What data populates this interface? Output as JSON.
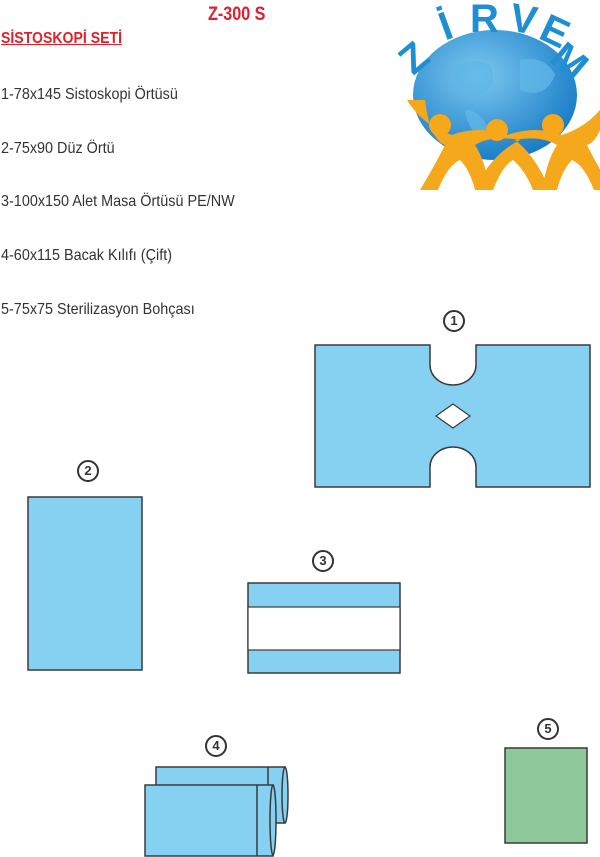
{
  "header": {
    "code": "Z-300 S",
    "title": "SİSTOSKOPİ SETİ"
  },
  "logo": {
    "text": "ZİRVEM"
  },
  "items": [
    "1-78x145 Sistoskopi Örtüsü",
    "2-75x90 Düz Örtü",
    "3-100x150 Alet Masa Örtüsü PE/NW",
    "4-60x115 Bacak Kılıfı (Çift)",
    "5-75x75 Sterilizasyon Bohçası"
  ],
  "diagrams": [
    {
      "number": "1"
    },
    {
      "number": "2"
    },
    {
      "number": "3"
    },
    {
      "number": "4"
    },
    {
      "number": "5"
    }
  ],
  "colors": {
    "blue": "#86d0f2",
    "green": "#8dc89a",
    "red": "#e2202a",
    "outline": "#3a3a3a",
    "orange": "#f5a81c",
    "globe": "#1e8fd2"
  }
}
